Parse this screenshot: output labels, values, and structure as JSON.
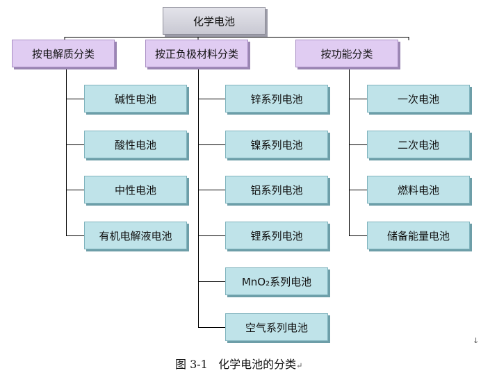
{
  "diagram": {
    "root": "化学电池",
    "categories": [
      {
        "label": "按电解质分类",
        "items": [
          "碱性电池",
          "酸性电池",
          "中性电池",
          "有机电解液电池"
        ]
      },
      {
        "label": "按正负极材料分类",
        "items": [
          "锌系列电池",
          "镍系列电池",
          "铝系列电池",
          "锂系列电池",
          "MnO₂系列电池",
          "空气系列电池"
        ]
      },
      {
        "label": "按功能分类",
        "items": [
          "一次电池",
          "二次电池",
          "燃料电池",
          "储备能量电池"
        ]
      }
    ]
  },
  "caption": "图 3-1   化学电池的分类",
  "paragraph_mark": "↵",
  "end_mark": "↓"
}
